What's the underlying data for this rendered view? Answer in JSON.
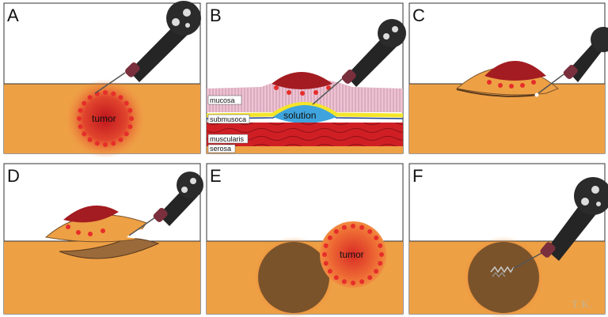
{
  "panels": [
    {
      "label": "A",
      "tumor_text": "tumor"
    },
    {
      "label": "B",
      "layers": [
        "mucosa",
        "submusoca",
        "muscularis",
        "serosa"
      ],
      "solution_text": "solution"
    },
    {
      "label": "C"
    },
    {
      "label": "D"
    },
    {
      "label": "E",
      "tumor_text": "tumor"
    },
    {
      "label": "F"
    }
  ],
  "signature": "T.K.",
  "colors": {
    "tissue": "#eea045",
    "tumor_dark": "#a31c21",
    "tumor_spot": "#e62e2a",
    "wound": "#7a532b",
    "solution": "#3fa4dd",
    "mucosa": "#efc3d2",
    "submucosa_line": "#f4e52a",
    "muscularis": "#cf1f25",
    "scope_body": "#252525",
    "scope_tip": "#7a2f3c"
  }
}
